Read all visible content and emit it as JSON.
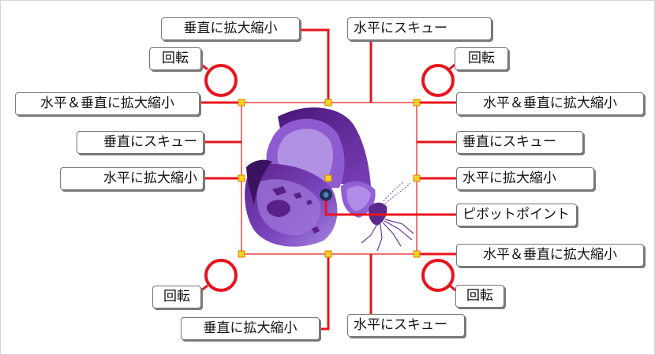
{
  "colors": {
    "accent_line": "#e8141d",
    "handle_fill": "#ffd21f",
    "handle_stroke": "#d08000",
    "box_line": "#e8141d",
    "butterfly_dark": "#5c1f8a",
    "butterfly_mid": "#8a54c8",
    "butterfly_light": "#b69be8"
  },
  "labels": {
    "top_scale_vertical": "垂直に拡大縮小",
    "top_skew_horizontal": "水平にスキュー",
    "rotate_top_left": "回転",
    "rotate_top_right": "回転",
    "scale_both_top_left": "水平＆垂直に拡大縮小",
    "scale_both_top_right": "水平＆垂直に拡大縮小",
    "skew_vertical_left": "垂直にスキュー",
    "skew_vertical_right": "垂直にスキュー",
    "scale_horizontal_left": "水平に拡大縮小",
    "scale_horizontal_right": "水平に拡大縮小",
    "pivot_point": "ピボットポイント",
    "scale_both_bottom_right": "水平＆垂直に拡大縮小",
    "rotate_bottom_left": "回転",
    "rotate_bottom_right": "回転",
    "bottom_scale_vertical": "垂直に拡大縮小",
    "bottom_skew_horizontal": "水平にスキュー"
  }
}
